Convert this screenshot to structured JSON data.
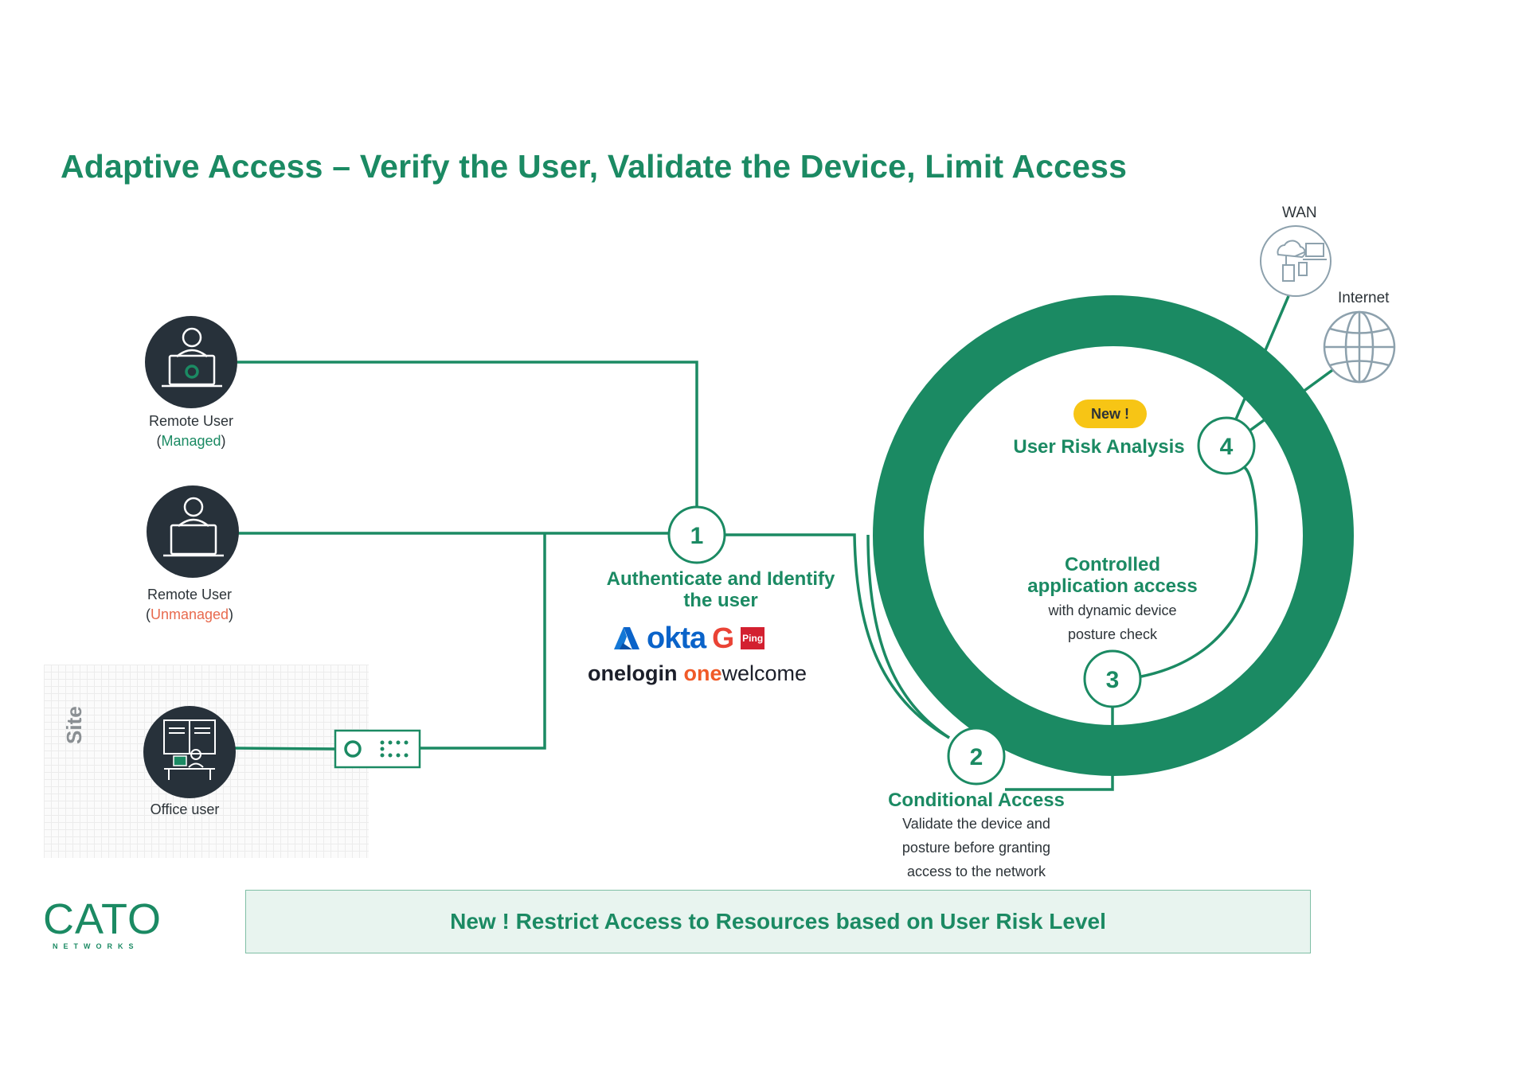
{
  "title": "Adaptive Access – Verify the User, Validate the Device, Limit Access",
  "users": {
    "managed": {
      "name": "Remote User",
      "status": "Managed",
      "open": "(",
      "close": ")"
    },
    "unmanaged": {
      "name": "Remote User",
      "status": "Unmanaged",
      "open": "(",
      "close": ")"
    },
    "office": {
      "name": "Office user"
    }
  },
  "site": {
    "label": "Site"
  },
  "steps": {
    "s1": {
      "num": "1",
      "title_line1": "Authenticate and Identify",
      "title_line2": "the user"
    },
    "s2": {
      "num": "2",
      "title": "Conditional Access",
      "desc_line1": "Validate the device and",
      "desc_line2": "posture before granting",
      "desc_line3": "access to the network"
    },
    "s3": {
      "num": "3",
      "title_line1": "Controlled",
      "title_line2": "application access",
      "desc_line1": "with dynamic device",
      "desc_line2": "posture check"
    },
    "s4": {
      "num": "4",
      "badge": "New !",
      "title": "User Risk Analysis"
    }
  },
  "identity_providers": {
    "okta": "okta",
    "google": "G",
    "ping": "Ping",
    "onelogin": "onelogin",
    "onewelcome_a": "one",
    "onewelcome_b": "welcome"
  },
  "network": {
    "wan": "WAN",
    "internet": "Internet"
  },
  "footer": {
    "text": "New ! Restrict Access to Resources based on User Risk Level"
  },
  "logo": {
    "main": "CATO",
    "sub": "NETWORKS"
  },
  "colors": {
    "brand_green": "#1b8a63",
    "dark_icon": "#27313a",
    "unmanaged": "#e86a4e",
    "badge": "#f7c515"
  }
}
